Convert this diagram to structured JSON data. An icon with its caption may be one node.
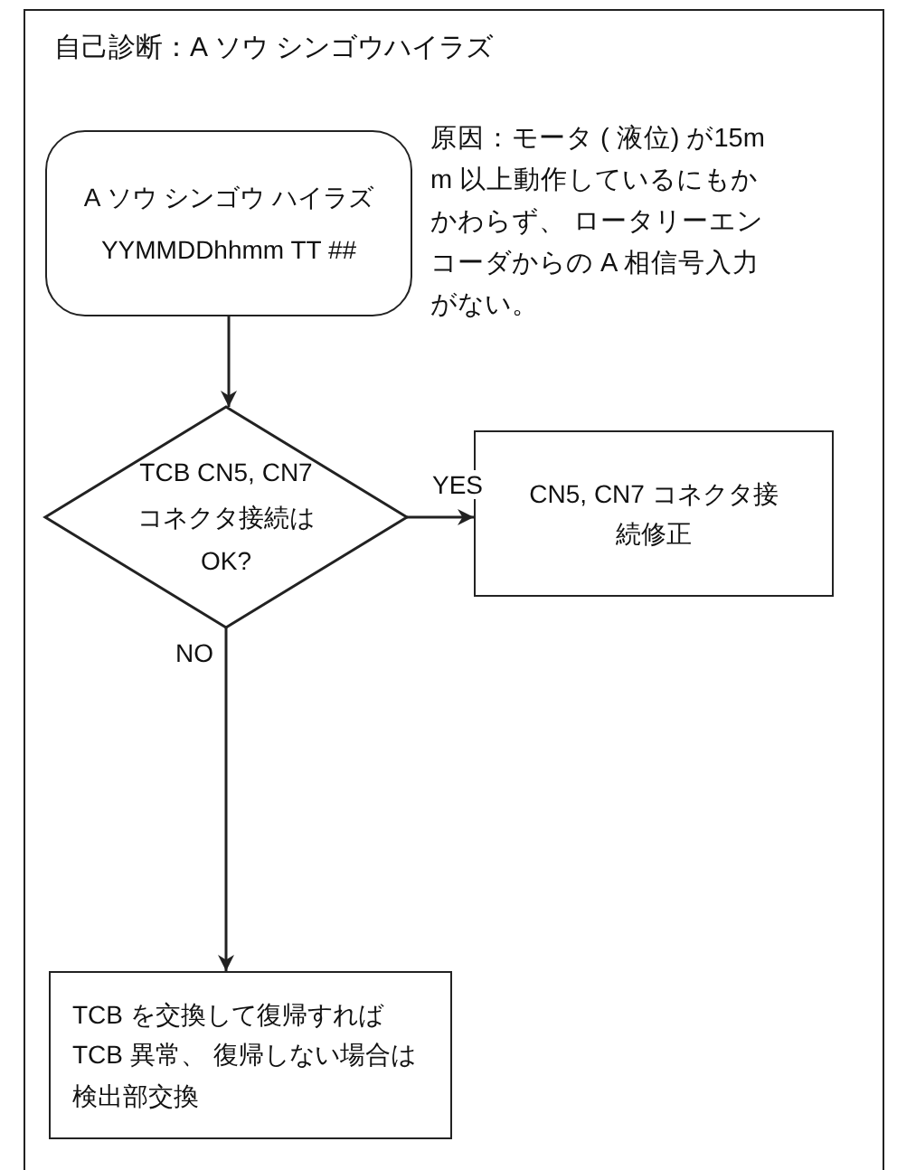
{
  "diagram": {
    "title": "自己診断：A ソウ シンゴウハイラズ",
    "nodes": [
      {
        "text": [
          "A ソウ シンゴウ ハイラズ",
          "YYMMDDhhmm TT ##"
        ],
        "beside": [
          "原因：モータ ( 液位) が15mm 以上動作しているにもかかわらず、 ロータリーエンコーダからの A 相信号入力がない。"
        ]
      },
      {
        "text": [
          "TCB CN5, CN7 コネクタ接続は OK?"
        ]
      },
      {
        "text": [
          "CN5, CN7 コネクタ接続修正"
        ]
      },
      {
        "text": [
          "TCB を交換して復帰すれば TCB 異常、 復帰しない場合は検出部交換"
        ]
      }
    ],
    "edges": [
      {
        "from": 0,
        "to": 1,
        "arrow": "to"
      },
      {
        "from": 1,
        "to": 2,
        "arrow": "to",
        "label": "YES"
      },
      {
        "from": 1,
        "to": 3,
        "arrow": "to",
        "label": "NO"
      }
    ]
  }
}
